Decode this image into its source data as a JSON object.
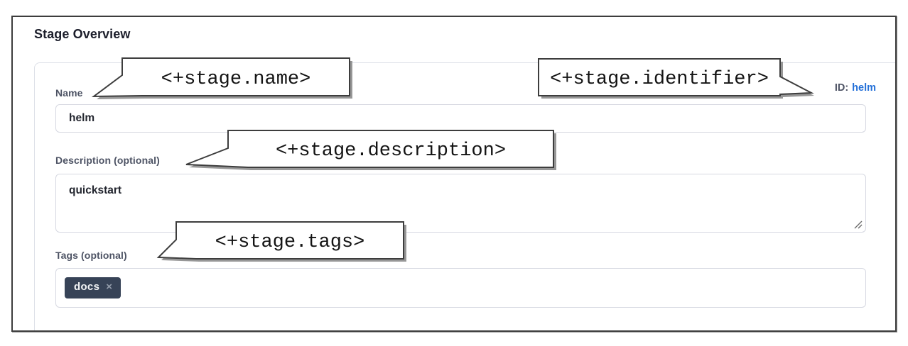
{
  "panel": {
    "title": "Stage Overview"
  },
  "form": {
    "name": {
      "label": "Name",
      "value": "helm"
    },
    "identifier": {
      "label": "ID:",
      "value": "helm"
    },
    "description": {
      "label": "Description (optional)",
      "value": "quickstart"
    },
    "tags": {
      "label": "Tags (optional)",
      "chips": [
        {
          "label": "docs",
          "remove_icon": "×"
        }
      ]
    }
  },
  "callouts": [
    {
      "text": "<+stage.name>"
    },
    {
      "text": "<+stage.identifier>"
    },
    {
      "text": "<+stage.description>"
    },
    {
      "text": "<+stage.tags>"
    }
  ],
  "colors": {
    "title_text": "#1c1e2b",
    "label_text": "#4d5364",
    "link_blue": "#2470d8",
    "input_border": "#d6d8e1",
    "chip_background": "#374357",
    "callout_border": "#3d3d3d",
    "frame_border": "#3d3d3d"
  }
}
